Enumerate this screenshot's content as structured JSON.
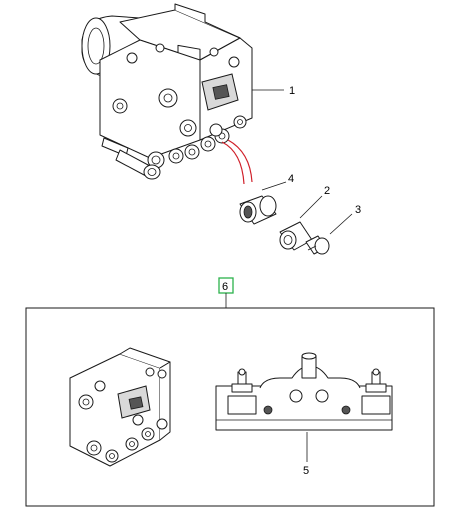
{
  "callouts": [
    {
      "id": "1",
      "label": "1"
    },
    {
      "id": "2",
      "label": "2"
    },
    {
      "id": "3",
      "label": "3"
    },
    {
      "id": "4",
      "label": "4"
    },
    {
      "id": "5",
      "label": "5"
    },
    {
      "id": "6",
      "label": "6"
    }
  ],
  "colors": {
    "line": "#1a1a1a",
    "highlight_box": "#2bb24c",
    "red_leads": "#d0202a"
  }
}
